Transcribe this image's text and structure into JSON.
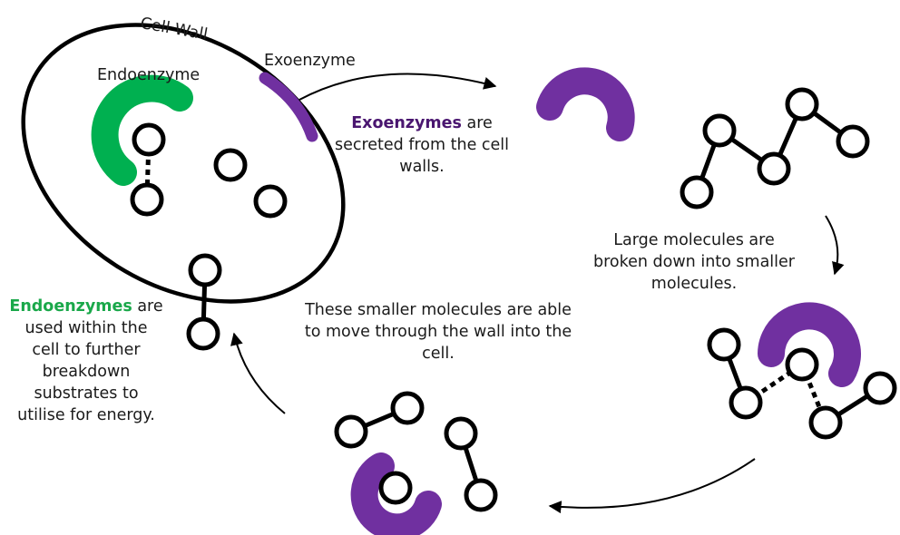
{
  "labels": {
    "cell_wall": "Cell Wall",
    "endoenzyme": "Endoenzyme",
    "exoenzyme": "Exoenzyme"
  },
  "captions": {
    "exo": {
      "highlight": "Exoenzymes",
      "line1_rest": " are",
      "line2": "secreted from the cell",
      "line3": "walls."
    },
    "large": {
      "line1": "Large molecules are",
      "line2": "broken down into smaller",
      "line3": "molecules."
    },
    "smaller": {
      "line1": "These smaller molecules are able",
      "line2": "to move through the wall into the",
      "line3": "cell."
    },
    "endo": {
      "highlight": "Endoenzymes",
      "line1_rest": " are",
      "line2": "used within the",
      "line3": "cell to further",
      "line4": "breakdown",
      "line5": "substrates to",
      "line6": "utilise for energy."
    }
  },
  "colors": {
    "exoenzyme": "#7030a0",
    "endoenzyme": "#00b050",
    "outline": "#000000",
    "exo_highlight": "#4a1670",
    "endo_highlight": "#1aa84a"
  }
}
